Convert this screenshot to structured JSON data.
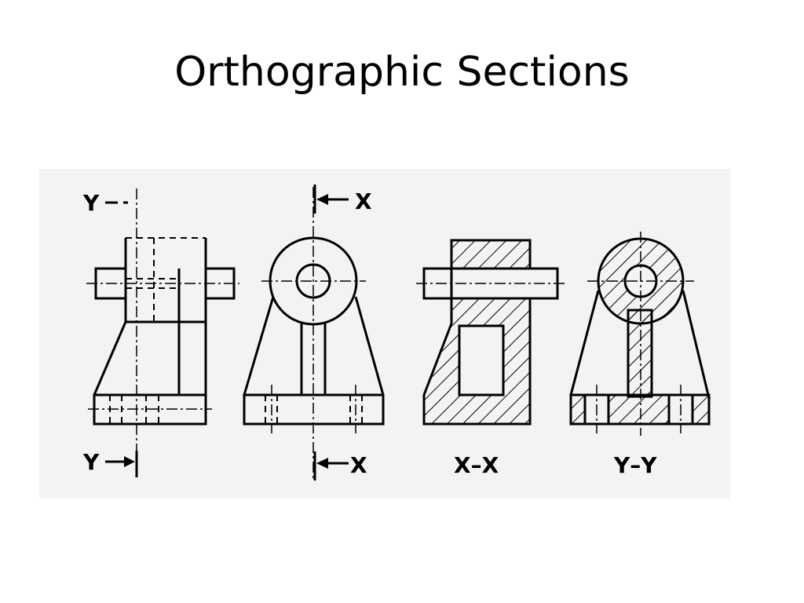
{
  "slide": {
    "title": "Orthographic Sections"
  },
  "figure": {
    "markers": {
      "y_top": "Y",
      "y_bottom": "Y",
      "x_top": "X",
      "x_bottom": "X"
    },
    "captions": {
      "section_xx": "X–X",
      "section_yy": "Y–Y"
    },
    "colors": {
      "paper": "#f3f3f3",
      "ink": "#000000",
      "hatch": "#000000"
    }
  }
}
